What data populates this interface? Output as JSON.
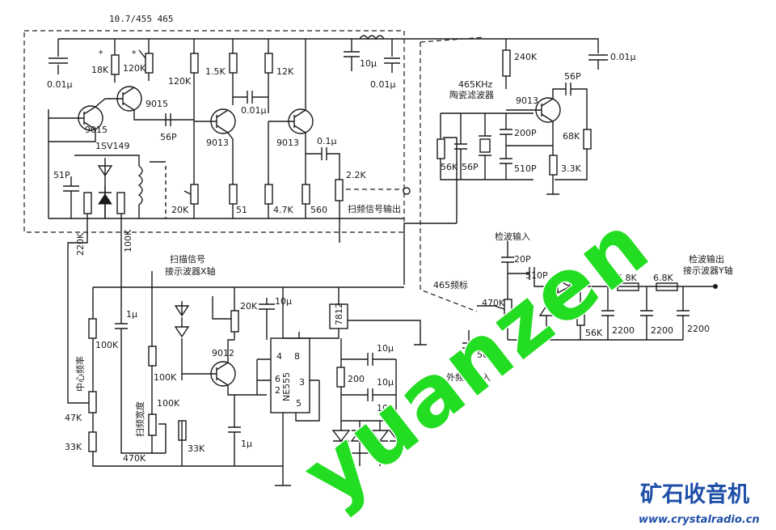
{
  "diagram": {
    "title": "10.7/455 465",
    "osc_labels": {
      "c_001a": "0.01μ",
      "r_18k": "18K",
      "r_120k_a": "120K",
      "star_a": "*",
      "star_b": "*",
      "q9015a": "9015",
      "q9015b": "9015",
      "diode": "1SV149",
      "c_56p": "56P",
      "r_120k_b": "120K",
      "r_15k": "1.5K",
      "r_12k": "12K",
      "c_001b": "0.01μ",
      "q9013a": "9013",
      "q9013b": "9013",
      "c_10u": "10μ",
      "c_001c": "0.01μ",
      "c_01u": "0.1μ",
      "r_22k": "2.2K",
      "c_51p": "51P",
      "r_20k": "20K",
      "r_51": "51",
      "r_47k": "4.7K",
      "r_560": "560",
      "sweep_out": "扫频信号输出"
    },
    "marker_labels": {
      "filter_freq": "465KHz",
      "filter_name": "陶瓷滤波器",
      "r_240k": "240K",
      "c_001d": "0.01μ",
      "c_56p_a": "56P",
      "q9013c": "9013",
      "c_200p": "200P",
      "r_68k": "68K",
      "r_56k": "56K",
      "c_56p_b": "56P",
      "c_510p_a": "510P",
      "r_33k": "3.3K"
    },
    "detector_labels": {
      "in": "检波输入",
      "c_20p": "20P",
      "c_510p_b": "510P",
      "out_line1": "检波输出",
      "out_line2": "接示波器Y轴",
      "r_68k_a": "6.8K",
      "r_68k_b": "6.8K",
      "marker_465": "465频标",
      "r_470k_a": "470K",
      "r_56k_b": "56K",
      "c_2200_a": "2200",
      "c_2200_b": "2200",
      "c_2200_c": "2200",
      "c_56p_c": "56P",
      "ext_in": "外频标输入"
    },
    "scan_labels": {
      "line1": "扫描信号",
      "line2": "接示波器X轴",
      "r_220k": "220K",
      "r_100k_a": "100K",
      "c_1u_a": "1μ",
      "r_100k_b": "100K",
      "center_freq": "中心频率",
      "r_47k_pot": "47K",
      "r_33k_b": "33K",
      "r_470k_b": "470K",
      "sweep_width": "扫频宽度",
      "r_100k_c": "100K",
      "r_100k_d": "100K",
      "r_33k_c": "33K",
      "q9012": "9012",
      "r_20k_b": "20K",
      "c_10u_b": "10μ",
      "c_1u_b": "1μ",
      "ic": "NE555",
      "reg": "7812",
      "r_200": "200",
      "c_10u_c": "10μ",
      "c_10u_d": "10μ",
      "c_10u_e": "10μ",
      "pin4": "4",
      "pin8": "8",
      "pin6": "6",
      "pin3": "3",
      "pin2": "2",
      "pin5": "5"
    },
    "watermark": "yuanzen",
    "logo": "矿石收音机",
    "site": "www.crystalradio.cn"
  }
}
